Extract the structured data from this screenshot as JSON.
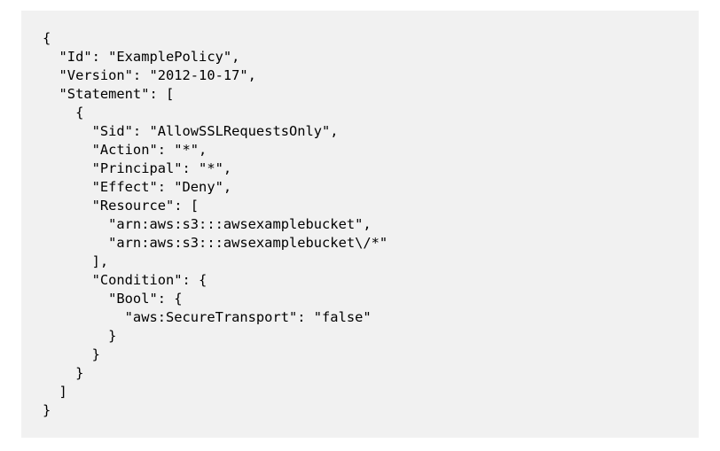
{
  "code": {
    "policy_lines": [
      "{",
      "  \"Id\": \"ExamplePolicy\",",
      "  \"Version\": \"2012-10-17\",",
      "  \"Statement\": [",
      "    {",
      "      \"Sid\": \"AllowSSLRequestsOnly\",",
      "      \"Action\": \"*\",",
      "      \"Principal\": \"*\",",
      "      \"Effect\": \"Deny\",",
      "      \"Resource\": [",
      "        \"arn:aws:s3:::awsexamplebucket\",",
      "        \"arn:aws:s3:::awsexamplebucket\\/*\"",
      "      ],",
      "      \"Condition\": {",
      "        \"Bool\": {",
      "          \"aws:SecureTransport\": \"false\"",
      "        }",
      "      }",
      "    }",
      "  ]",
      "}"
    ]
  },
  "colors": {
    "panel_background": "#f1f1f1",
    "text": "#2b2b2b",
    "punctuation": "#6a6a6a"
  }
}
